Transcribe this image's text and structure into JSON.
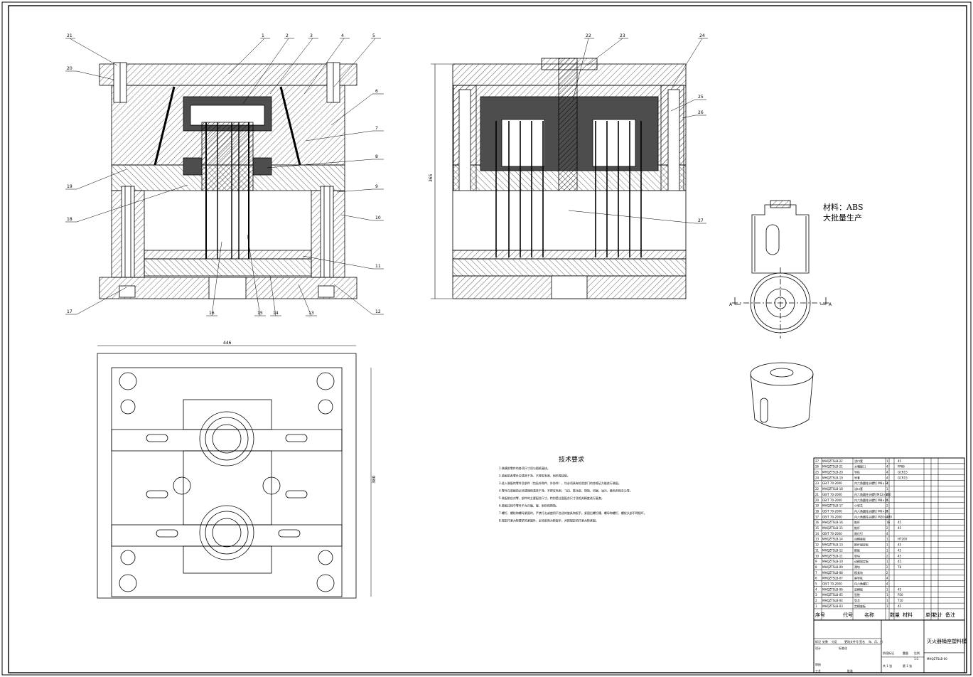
{
  "balloons": {
    "top": [
      "21",
      "1",
      "2",
      "3",
      "4",
      "5",
      "22",
      "23",
      "24"
    ],
    "right_a": [
      "6",
      "7",
      "8",
      "9",
      "10",
      "11",
      "12"
    ],
    "left_a": [
      "20",
      "19",
      "18",
      "17"
    ],
    "bottom_a": [
      "16",
      "15",
      "14",
      "13"
    ],
    "right_b": [
      "25",
      "26",
      "27"
    ]
  },
  "dims": {
    "plan_width": "446",
    "plan_height": "380",
    "section_height": "365"
  },
  "material": {
    "line1": "材料：ABS",
    "line2": "大批量生产"
  },
  "section_marks": {
    "left": "A",
    "right": "A"
  },
  "tech": {
    "title": "技术要求",
    "lines": [
      "1.装模前零件的各项尺寸须与图纸复核。",
      "2.装配前各零件应清洗干净，不得有毛刺、划伤等缺陷。",
      "3.进入装配的零件及部件（包括外购件、外协件），均必须具有检验部门的合格证方能进行装配。",
      "4.零件在装配前必须清理和清洗干净，不得有毛刺、飞边、氧化皮、锈蚀、切屑、油污、着色剂和灰尘等。",
      "5.装配前应对零、部件的主要配合尺寸，特别是过盈配合尺寸及相关精度进行复查。",
      "6.装配过程中零件不允许磕、碰、划伤和锈蚀。",
      "7.螺钉、螺栓和螺母紧固时，严禁打击或使用不合适的旋具和扳手。紧固后螺钉槽、螺母和螺钉、螺栓头部不得损坏。",
      "8.规定拧紧力矩要求的紧固件，必须采用力矩扳手，并按规定的拧紧力矩紧固。"
    ]
  },
  "bom_rows": [
    [
      "27",
      "MHQZTSLB-22",
      "浇口套",
      "1",
      "45",
      ""
    ],
    [
      "26",
      "MHQZTSLB-21",
      "水嘴接口",
      "4",
      "PP86",
      ""
    ],
    [
      "25",
      "MHQZTSLB-20",
      "导柱",
      "4",
      "GCR15",
      ""
    ],
    [
      "24",
      "MHQZTSLB-19",
      "导套",
      "4",
      "GCR15",
      ""
    ],
    [
      "23",
      "GB/T 70-2000",
      "内六角圆柱头螺钉 M6×12",
      "4",
      "",
      ""
    ],
    [
      "22",
      "MHQZTSLB-18",
      "浇口套",
      "1",
      "",
      ""
    ],
    [
      "21",
      "GB/T 70-2000",
      "内六角圆柱头螺钉M12×140",
      "4",
      "",
      ""
    ],
    [
      "20",
      "GB/T 70-2000",
      "内六角圆柱头螺钉 M8×25",
      "4",
      "",
      ""
    ],
    [
      "19",
      "MHQZTSLB-17",
      "小型芯",
      "2",
      "",
      ""
    ],
    [
      "18",
      "GB/T 70-2000",
      "内六角圆柱头螺钉 M6×25",
      "4",
      "",
      ""
    ],
    [
      "17",
      "GB/T 70-2000",
      "内六角圆柱头螺钉 M20×200",
      "4",
      "",
      ""
    ],
    [
      "16",
      "MHQZTSLB-16",
      "推杆",
      "16",
      "45",
      ""
    ],
    [
      "15",
      "MHQZTSLB-15",
      "推杆",
      "2",
      "45",
      ""
    ],
    [
      "14",
      "GB/T 70-2000",
      "限位钉",
      "4",
      "",
      ""
    ],
    [
      "13",
      "MHQZTSLB-14",
      "动模座板",
      "1",
      "HT200",
      ""
    ],
    [
      "12",
      "MHQZTSLB-13",
      "推杆固定板",
      "1",
      "45",
      ""
    ],
    [
      "11",
      "MHQZTSLB-12",
      "推板",
      "1",
      "45",
      ""
    ],
    [
      "10",
      "MHQZTSLB-11",
      "垫块",
      "2",
      "45",
      ""
    ],
    [
      "9",
      "MHQZTSLB-10",
      "动模固定板",
      "1",
      "45",
      ""
    ],
    [
      "8",
      "MHQZTSLB-09",
      "滑块",
      "2",
      "T8",
      ""
    ],
    [
      "7",
      "MHQZTSLB-08",
      "楔紧块",
      "2",
      "",
      ""
    ],
    [
      "6",
      "MHQZTSLB-07",
      "斜导柱",
      "4",
      "",
      ""
    ],
    [
      "5",
      "GB/T 70-2000",
      "内六角螺钉",
      "4",
      "",
      ""
    ],
    [
      "4",
      "MHQZTSLB-06",
      "定模板",
      "1",
      "45",
      ""
    ],
    [
      "3",
      "MHQZTSLB-05",
      "型腔",
      "1",
      "P20",
      ""
    ],
    [
      "2",
      "MHQZTSLB-04",
      "型芯",
      "1",
      "T10",
      ""
    ],
    [
      "1",
      "MHQZTSLB-03",
      "定模座板",
      "1",
      "45",
      ""
    ]
  ],
  "bom_head": {
    "seq": "序号",
    "code": "代号",
    "name": "名称",
    "qty": "数量",
    "mat": "材料",
    "weight_single": "单件",
    "weight_total": "总计",
    "weight": "重量",
    "note": "备注"
  },
  "title_block": {
    "drawing_name": "灭火器桶座塑料模",
    "drawing_no": "MHQZTSLB-00",
    "scale_label": "比例",
    "scale": "1:1",
    "stage": "阶段标记",
    "weight": "重量",
    "sheet": "第 1 张",
    "total": "共 1 张",
    "r_mark": "标记",
    "r_count": "处数",
    "r_zone": "分区",
    "r_doc": "更改文件号",
    "r_sign": "签名",
    "r_date": "年、月、日",
    "design": "设计",
    "std": "标准化",
    "check": "审核",
    "process": "工艺",
    "approve": "批准"
  },
  "colors": {
    "line": "#000000",
    "paper": "#ffffff",
    "shade": "#4d4d4d"
  }
}
